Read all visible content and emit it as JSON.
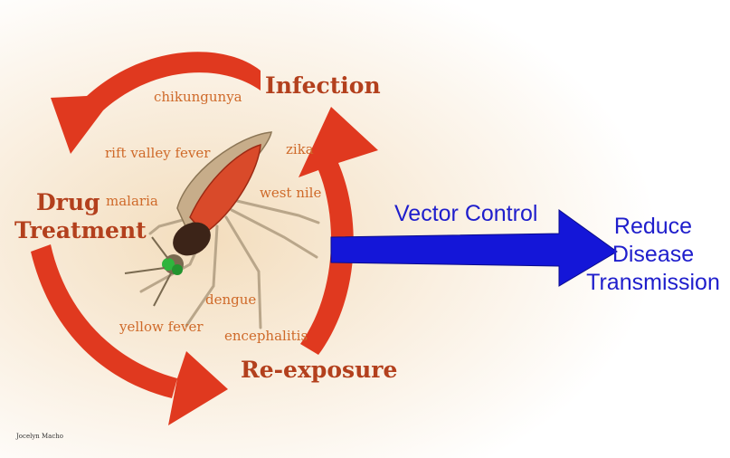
{
  "stages": {
    "infection": "Infection",
    "drug_treatment_line1": "Drug",
    "drug_treatment_line2": "Treatment",
    "re_exposure": "Re-exposure"
  },
  "diseases": {
    "chikungunya": "chikungunya",
    "rift_valley_fever": "rift valley fever",
    "zika": "zika",
    "west_nile": "west nile",
    "malaria": "malaria",
    "dengue": "dengue",
    "yellow_fever": "yellow fever",
    "encephalitis": "encephalitis"
  },
  "intervention": "Vector Control",
  "outcome": {
    "line1": "Reduce",
    "line2": "Disease",
    "line3": "Transmission"
  },
  "credit": "Jocelyn Macho",
  "colors": {
    "cycle_arrows": "#e0391f",
    "intervention_arrow": "#1416d8",
    "stage_text": "#b3401d",
    "disease_text": "#cf6a2a",
    "outcome_text": "#1f1ecc",
    "background_glow": "#f6e7cf"
  }
}
